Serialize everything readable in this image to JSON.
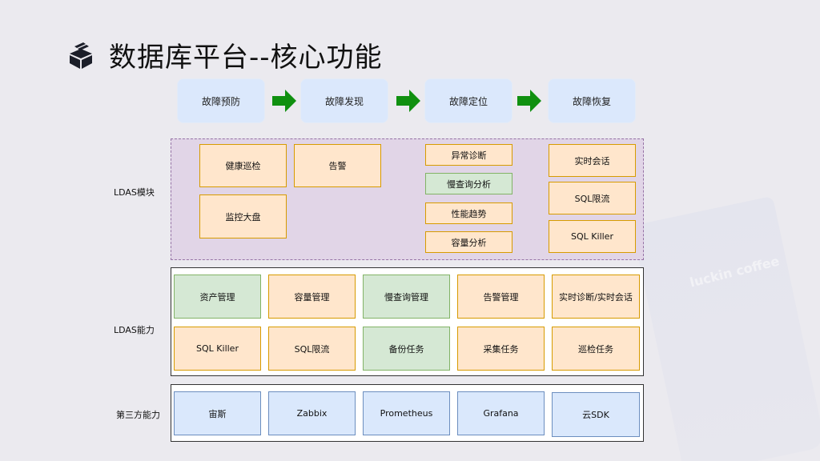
{
  "title": "数据库平台--核心功能",
  "title_icon": "box-icon",
  "flow": {
    "steps": [
      "故障预防",
      "故障发现",
      "故障定位",
      "故障恢复"
    ],
    "arrow_color": "#109010",
    "box_color": "#dbe8fc"
  },
  "rows": {
    "modules_label": "LDAS模块",
    "capabilities_label": "LDAS能力",
    "third_party_label": "第三方能力"
  },
  "modules": {
    "left": [
      "健康巡检",
      "告警",
      "监控大盘"
    ],
    "middle": [
      "异常诊断",
      "慢查询分析",
      "性能趋势",
      "容量分析"
    ],
    "right": [
      "实时会话",
      "SQL限流",
      "SQL Killer"
    ]
  },
  "capabilities": {
    "row1": [
      "资产管理",
      "容量管理",
      "慢查询管理",
      "告警管理",
      "实时诊断/实时会话"
    ],
    "row2": [
      "SQL Killer",
      "SQL限流",
      "备份任务",
      "采集任务",
      "巡检任务"
    ]
  },
  "third_party": [
    "宙斯",
    "Zabbix",
    "Prometheus",
    "Grafana",
    "云SDK"
  ],
  "colors": {
    "orange_fill": "#ffe6cc",
    "orange_border": "#d79b00",
    "green_fill": "#d5e8d4",
    "green_border": "#82b366",
    "blue_fill": "#dae8fc",
    "blue_border": "#6c8ebf",
    "purple_fill": "#e1d5e7",
    "purple_border": "#9673a6"
  },
  "background_watermark": "luckin coffee"
}
